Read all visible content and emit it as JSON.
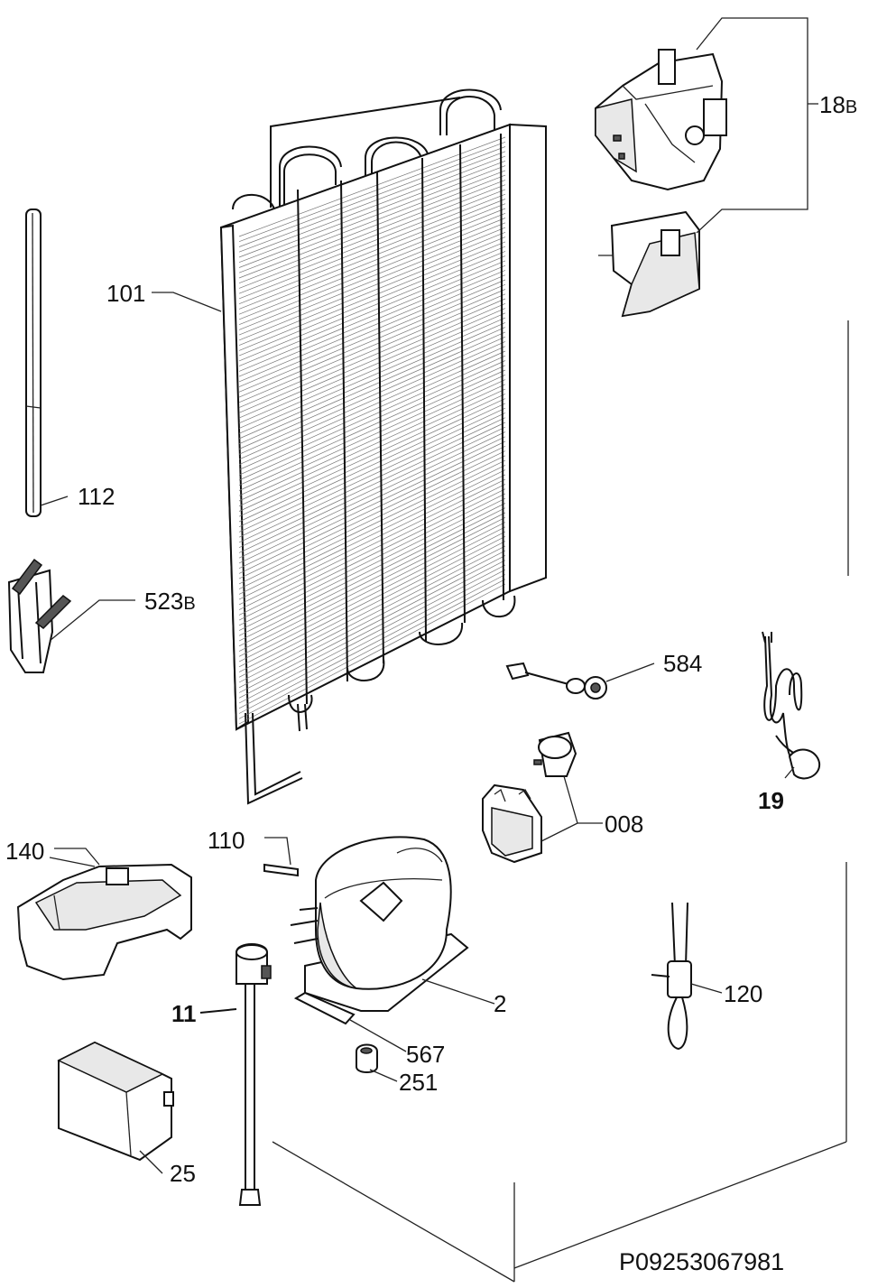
{
  "diagram_code": "P09253067981",
  "labels": [
    {
      "id": "18",
      "text": "18",
      "suffix": "B"
    },
    {
      "id": "101",
      "text": "101",
      "suffix": ""
    },
    {
      "id": "112",
      "text": "112",
      "suffix": ""
    },
    {
      "id": "523",
      "text": "523",
      "suffix": "B"
    },
    {
      "id": "584",
      "text": "584",
      "suffix": ""
    },
    {
      "id": "19",
      "text": "19",
      "suffix": ""
    },
    {
      "id": "008",
      "text": "008",
      "suffix": ""
    },
    {
      "id": "140",
      "text": "140",
      "suffix": ""
    },
    {
      "id": "110",
      "text": "110",
      "suffix": ""
    },
    {
      "id": "2",
      "text": "2",
      "suffix": ""
    },
    {
      "id": "120",
      "text": "120",
      "suffix": ""
    },
    {
      "id": "11",
      "text": "11",
      "suffix": ""
    },
    {
      "id": "567",
      "text": "567",
      "suffix": ""
    },
    {
      "id": "251",
      "text": "251",
      "suffix": ""
    },
    {
      "id": "25",
      "text": "25",
      "suffix": ""
    }
  ]
}
